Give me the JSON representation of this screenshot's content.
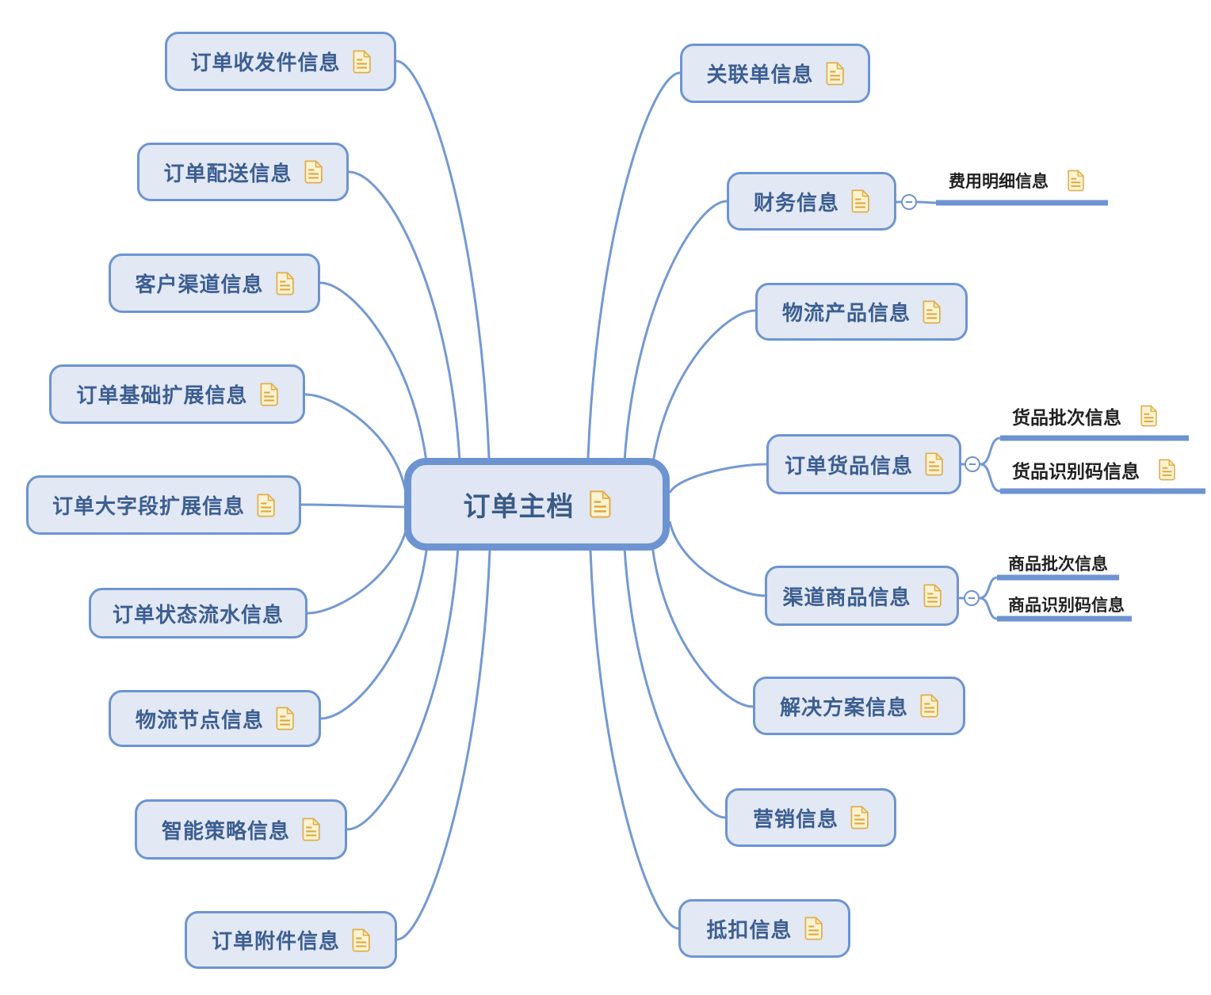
{
  "mindmap": {
    "root": {
      "label": "订单主档"
    },
    "left": [
      {
        "label": "订单收发件信息"
      },
      {
        "label": "订单配送信息"
      },
      {
        "label": "客户渠道信息"
      },
      {
        "label": "订单基础扩展信息"
      },
      {
        "label": "订单大字段扩展信息"
      },
      {
        "label": "订单状态流水信息"
      },
      {
        "label": "物流节点信息"
      },
      {
        "label": "智能策略信息"
      },
      {
        "label": "订单附件信息"
      }
    ],
    "right": [
      {
        "label": "关联单信息"
      },
      {
        "label": "财务信息",
        "children": [
          {
            "label": "费用明细信息"
          }
        ]
      },
      {
        "label": "物流产品信息"
      },
      {
        "label": "订单货品信息",
        "children": [
          {
            "label": "货品批次信息"
          },
          {
            "label": "货品识别码信息"
          }
        ]
      },
      {
        "label": "渠道商品信息",
        "children": [
          {
            "label": "商品批次信息"
          },
          {
            "label": "商品识别码信息"
          }
        ]
      },
      {
        "label": "解决方案信息"
      },
      {
        "label": "营销信息"
      },
      {
        "label": "抵扣信息"
      }
    ]
  },
  "icons": {
    "document": "document-icon",
    "collapse": "minus-circle-icon"
  },
  "palette": {
    "node_fill": "#e2e8f4",
    "node_border": "#6d94d1",
    "node_text": "#3c5e91",
    "connector": "#7499d2",
    "child_text": "#212121",
    "icon_fill": "#fcf3d3",
    "icon_border": "#e0ae49"
  }
}
